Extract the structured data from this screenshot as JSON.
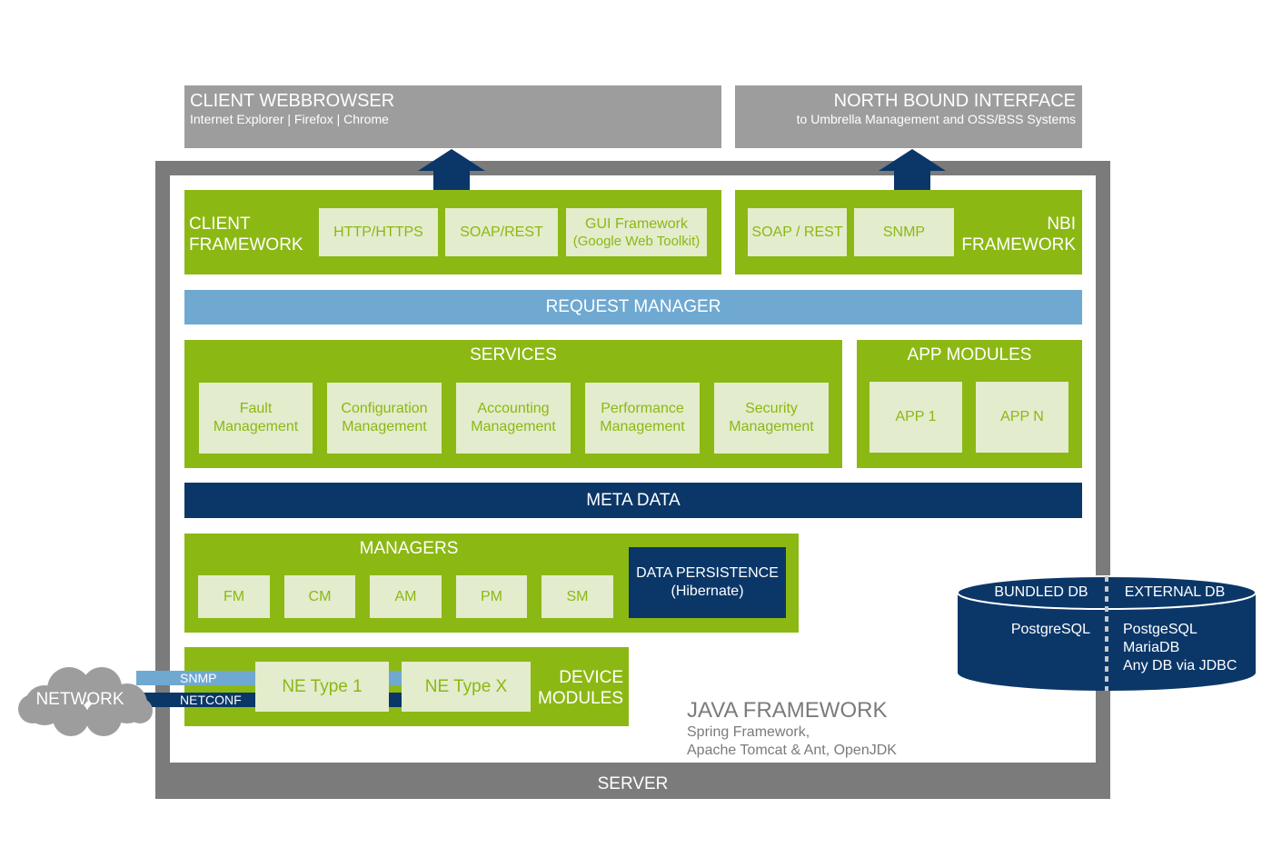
{
  "client_browser": {
    "title": "CLIENT WEBBROWSER",
    "subtitle": "Internet Explorer | Firefox | Chrome"
  },
  "nbi_top": {
    "title": "NORTH BOUND INTERFACE",
    "subtitle": "to Umbrella Management and OSS/BSS Systems"
  },
  "client_framework": {
    "label_line1": "CLIENT",
    "label_line2": "FRAMEWORK",
    "items": [
      "HTTP/HTTPS",
      "SOAP/REST"
    ],
    "gui_line1": "GUI Framework",
    "gui_line2": "(Google Web Toolkit)"
  },
  "nbi_framework": {
    "label_line1": "NBI",
    "label_line2": "FRAMEWORK",
    "items": [
      "SOAP / REST",
      "SNMP"
    ]
  },
  "request_manager": "REQUEST MANAGER",
  "services": {
    "title": "SERVICES",
    "items": [
      {
        "line1": "Fault",
        "line2": "Management"
      },
      {
        "line1": "Configuration",
        "line2": "Management"
      },
      {
        "line1": "Accounting",
        "line2": "Management"
      },
      {
        "line1": "Performance",
        "line2": "Management"
      },
      {
        "line1": "Security",
        "line2": "Management"
      }
    ]
  },
  "app_modules": {
    "title": "APP MODULES",
    "items": [
      "APP 1",
      "APP N"
    ]
  },
  "meta_data": "META DATA",
  "managers": {
    "title": "MANAGERS",
    "items": [
      "FM",
      "CM",
      "AM",
      "PM",
      "SM"
    ]
  },
  "data_persistence": {
    "line1": "DATA PERSISTENCE",
    "line2": "(Hibernate)"
  },
  "device_modules": {
    "label_line1": "DEVICE",
    "label_line2": "MODULES",
    "items": [
      "NE Type 1",
      "NE Type X"
    ]
  },
  "network": {
    "label": "NETWORK",
    "snmp": "SNMP",
    "netconf": "NETCONF"
  },
  "java_framework": {
    "title": "JAVA FRAMEWORK",
    "line1": "Spring Framework,",
    "line2": "Apache Tomcat & Ant, OpenJDK"
  },
  "server": "SERVER",
  "database": {
    "bundled_title": "BUNDLED DB",
    "external_title": "EXTERNAL DB",
    "bundled_items": [
      "PostgreSQL"
    ],
    "external_items": [
      "PostgeSQL",
      "MariaDB",
      "Any DB via JDBC"
    ]
  },
  "colors": {
    "green": "#8cb814",
    "light_green": "#e3eccc",
    "navy": "#0b3768",
    "light_blue": "#6fa9d2",
    "grey": "#9d9d9d",
    "server_grey": "#7b7b7b"
  }
}
